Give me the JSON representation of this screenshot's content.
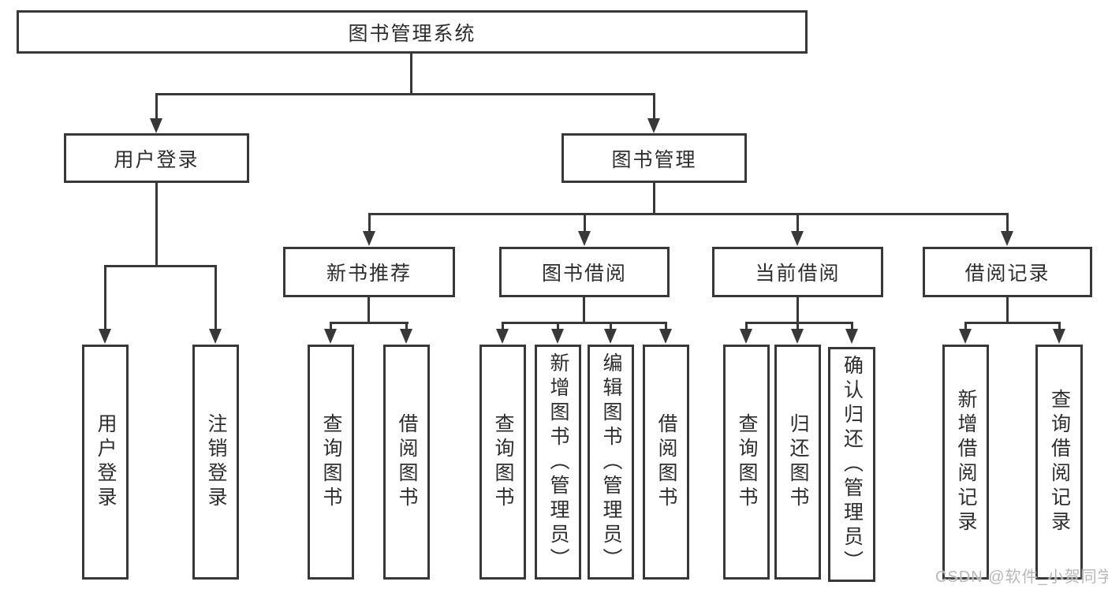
{
  "diagram": {
    "root": {
      "label": "图书管理系统"
    },
    "level2": [
      {
        "label": "用户登录"
      },
      {
        "label": "图书管理"
      }
    ],
    "level3": [
      {
        "label": "新书推荐"
      },
      {
        "label": "图书借阅"
      },
      {
        "label": "当前借阅"
      },
      {
        "label": "借阅记录"
      }
    ],
    "leaves": {
      "user": [
        "用户登录",
        "注销登录"
      ],
      "recommend": [
        "查询图书",
        "借阅图书"
      ],
      "borrow": [
        "查询图书",
        "新增图书（管理员）",
        "编辑图书（管理员）",
        "借阅图书"
      ],
      "current": [
        "查询图书",
        "归还图书",
        "确认归还（管理员）"
      ],
      "records": [
        "新增借阅记录",
        "查询借阅记录"
      ]
    }
  },
  "watermark": {
    "text": "CSDN @软件_小贺同学"
  },
  "colors": {
    "line": "#383838",
    "text": "#2d2d2d",
    "watermark": "#b8b8b8",
    "background": "#ffffff"
  }
}
